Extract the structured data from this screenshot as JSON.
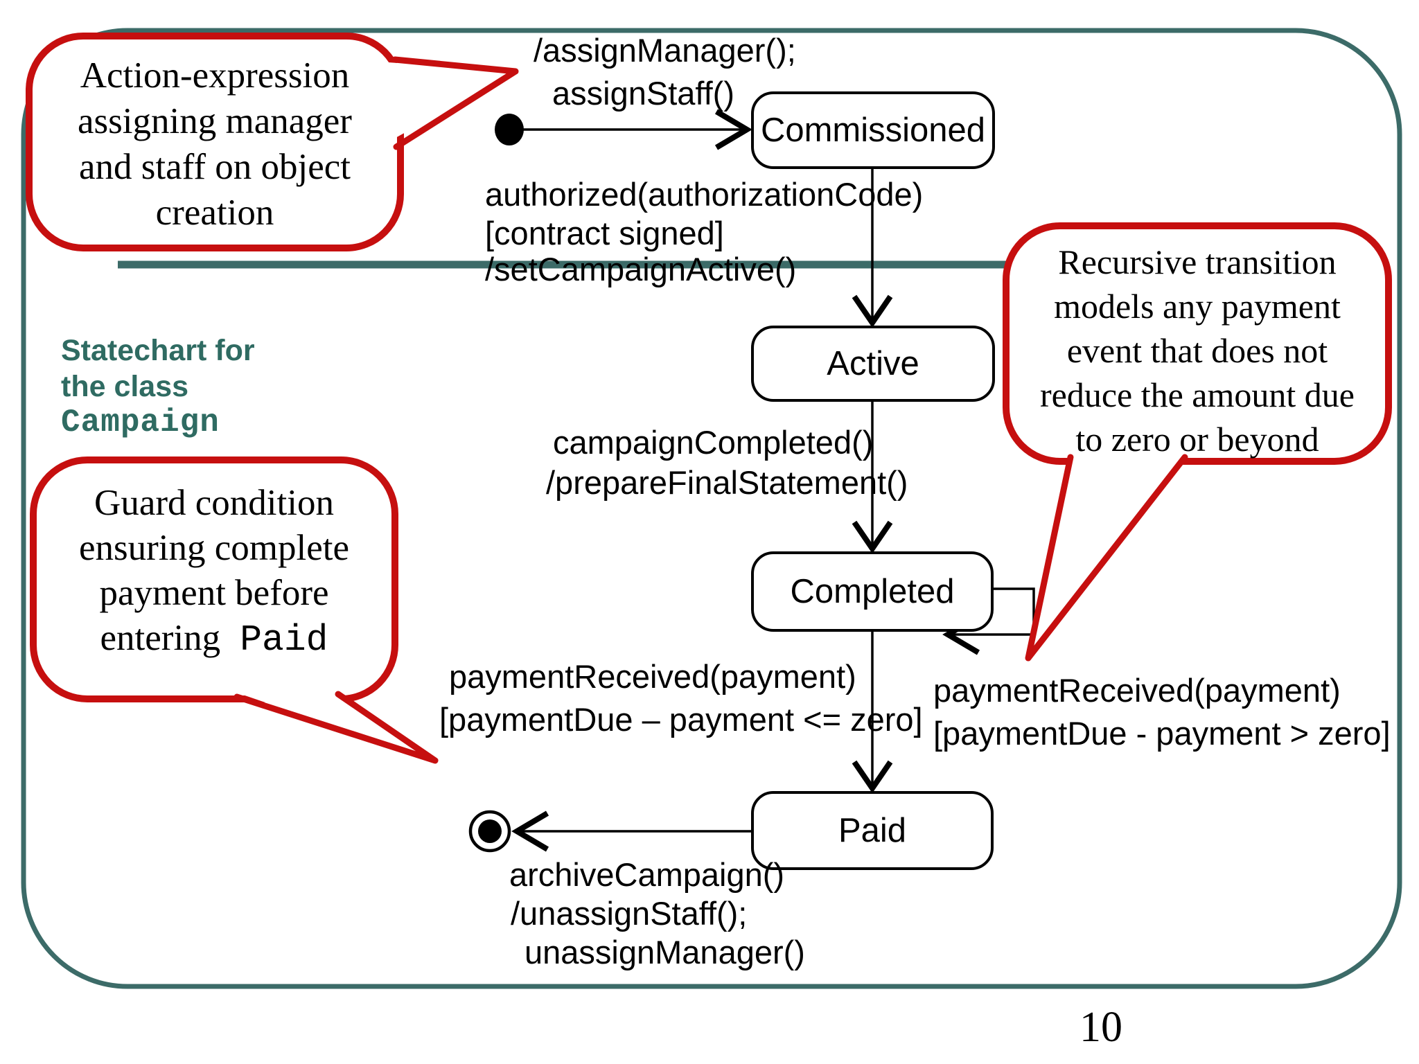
{
  "colors": {
    "teal": "#3C6B68",
    "red": "#C60F0F",
    "ink": "#000000",
    "heading_teal": "#2F6B62"
  },
  "page_number": "10",
  "heading": {
    "line1": "Statechart for",
    "line2": "the class",
    "class_name": "Campaign"
  },
  "states": {
    "commissioned": "Commissioned",
    "active": "Active",
    "completed": "Completed",
    "paid": "Paid"
  },
  "transitions": {
    "initial": {
      "line1": "/assignManager();",
      "line2": "assignStaff()"
    },
    "commissioned_to_active": {
      "line1": "authorized(authorizationCode)",
      "line2": "[contract signed]",
      "line3": "/setCampaignActive()"
    },
    "active_to_completed": {
      "line1": "campaignCompleted()",
      "line2": "/prepareFinalStatement()"
    },
    "completed_to_paid": {
      "line1": "paymentReceived(payment)",
      "line2": "[paymentDue – payment <= zero]"
    },
    "completed_self": {
      "line1": "paymentReceived(payment)",
      "line2": "[paymentDue - payment > zero]"
    },
    "paid_to_final": {
      "line1": "archiveCampaign()",
      "line2": "/unassignStaff();",
      "line3": "unassignManager()"
    }
  },
  "callouts": {
    "action_expression": {
      "line1": "Action-expression",
      "line2": "assigning manager",
      "line3": "and staff on object",
      "line4": "creation"
    },
    "recursive_transition": {
      "line1": "Recursive transition",
      "line2": "models any payment",
      "line3": "event that does not",
      "line4": "reduce the amount due",
      "line5": "to zero or beyond"
    },
    "guard_condition": {
      "line1": "Guard condition",
      "line2": "ensuring complete",
      "line3": "payment before",
      "line4_prefix": "entering",
      "line4_code": "Paid"
    }
  }
}
